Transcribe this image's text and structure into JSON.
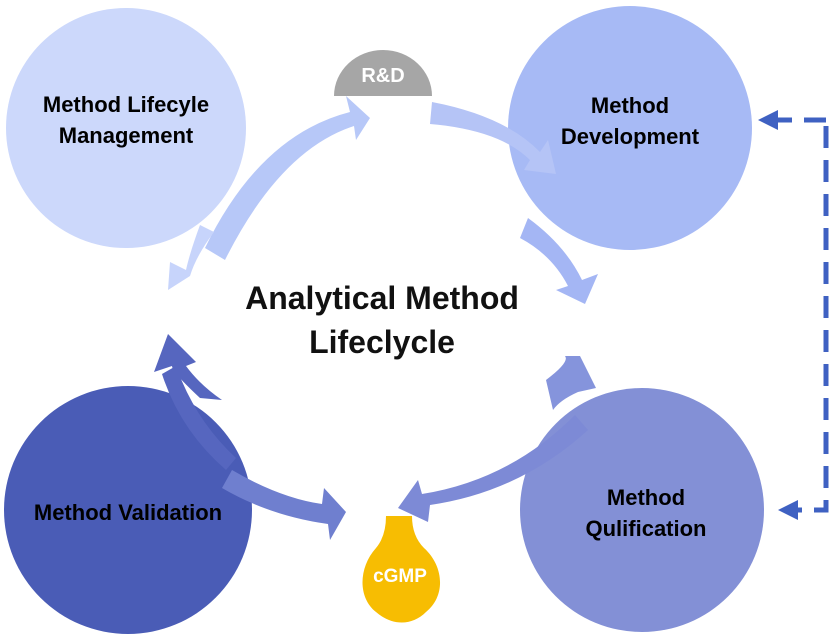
{
  "diagram": {
    "center_title": {
      "line1": "Analytical Method",
      "line2": "Lifeclycle"
    },
    "nodes": {
      "lifecycle_management": {
        "line1": "Method Lifecyle",
        "line2": "Management"
      },
      "development": {
        "line1": "Method",
        "line2": "Development"
      },
      "qualification": {
        "line1": "Method",
        "line2": "Qulification"
      },
      "validation": {
        "label": "Method Validation"
      }
    },
    "badges": {
      "rd": "R&D",
      "cgmp": "cGMP"
    }
  },
  "colors": {
    "lifecycle_management": "#ccd8fb",
    "development": "#a7baf5",
    "qualification": "#8390d6",
    "validation": "#4a5cb6",
    "arrow_top": "#b7c8f8",
    "arrow_right_top": "#a4b6f4",
    "arrow_right_bottom": "#7d8ad6",
    "arrow_bottom": "#6f7fcf",
    "arrow_left": "#5666bf",
    "rd_badge": "#a6a6a6",
    "cgmp_badge": "#f7bd02",
    "dashed_connector": "#3f61c2"
  }
}
